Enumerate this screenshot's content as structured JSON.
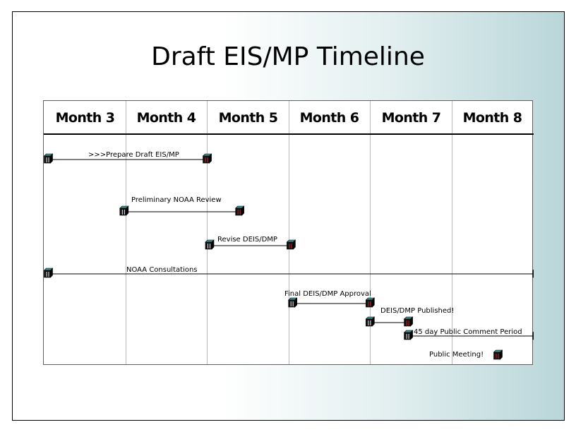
{
  "title": "Draft EIS/MP Timeline",
  "months": [
    "Month 3",
    "Month 4",
    "Month 5",
    "Month 6",
    "Month 7",
    "Month 8"
  ],
  "tasks": [
    {
      "label": ">>>Prepare Draft EIS/MP",
      "start": 3.0,
      "end": 4.95
    },
    {
      "label": "Preliminary NOAA Review",
      "start": 3.93,
      "end": 5.35
    },
    {
      "label": "Revise DEIS/DMP",
      "start": 4.98,
      "end": 5.98
    },
    {
      "label": "NOAA Consultations",
      "start": 3.0,
      "end": 9.0
    },
    {
      "label": "Final DEIS/DMP Approval",
      "start": 6.0,
      "end": 6.95
    },
    {
      "label": "DEIS/DMP Published!",
      "start": 6.95,
      "end": 7.42
    },
    {
      "label": "45 day Public Comment Period",
      "start": 7.42,
      "end": 9.0
    },
    {
      "label": "Public Meeting!",
      "start": 8.52,
      "end": 8.52
    }
  ],
  "colors": {
    "block_top": "#3f8f8f",
    "block_front": "#101010",
    "block_side": "#000000",
    "end_stripe": "#d02020",
    "start_stripe": "#f0f0f0"
  }
}
